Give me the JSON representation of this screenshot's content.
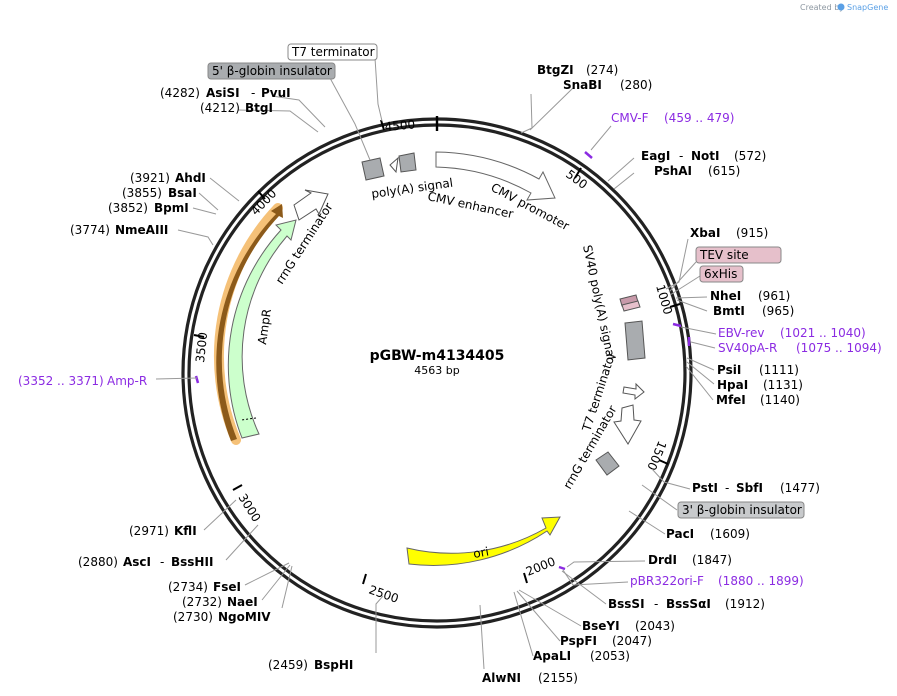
{
  "credit": {
    "text": "Created by",
    "brand": "SnapGene"
  },
  "plasmid": {
    "name": "pGBW-m4134405",
    "length": "4563 bp"
  },
  "ticks": [
    "500",
    "1000",
    "1500",
    "2000",
    "2500",
    "3000",
    "3500",
    "4000",
    "4500"
  ],
  "sites_right": [
    {
      "name": "BtgZI",
      "pos": "(274)"
    },
    {
      "name": "SnaBI",
      "pos": "(280)"
    },
    {
      "name": "EagI",
      "name2": "NotI",
      "pos": "(572)"
    },
    {
      "name": "PshAI",
      "pos": "(615)"
    },
    {
      "name": "XbaI",
      "pos": "(915)"
    },
    {
      "name": "NheI",
      "pos": "(961)"
    },
    {
      "name": "BmtI",
      "pos": "(965)"
    },
    {
      "name": "PsiI",
      "pos": "(1111)"
    },
    {
      "name": "HpaI",
      "pos": "(1131)"
    },
    {
      "name": "MfeI",
      "pos": "(1140)"
    },
    {
      "name": "PstI",
      "name2": "SbfI",
      "pos": "(1477)"
    },
    {
      "name": "PacI",
      "pos": "(1609)"
    },
    {
      "name": "DrdI",
      "pos": "(1847)"
    },
    {
      "name": "BssSI",
      "name2": "BssSαI",
      "pos": "(1912)"
    },
    {
      "name": "BseYI",
      "pos": "(2043)"
    },
    {
      "name": "PspFI",
      "pos": "(2047)"
    },
    {
      "name": "ApaLI",
      "pos": "(2053)"
    },
    {
      "name": "AlwNI",
      "pos": "(2155)"
    }
  ],
  "sites_left": [
    {
      "name": "AsiSI",
      "name2": "PvuI",
      "pos": "(4282)"
    },
    {
      "name": "BtgI",
      "pos": "(4212)"
    },
    {
      "name": "AhdI",
      "pos": "(3921)"
    },
    {
      "name": "BsaI",
      "pos": "(3855)"
    },
    {
      "name": "BpmI",
      "pos": "(3852)"
    },
    {
      "name": "NmeAIII",
      "pos": "(3774)"
    },
    {
      "name": "KflI",
      "pos": "(2971)"
    },
    {
      "name": "AscI",
      "name2": "BssHII",
      "pos": "(2880)"
    },
    {
      "name": "FseI",
      "pos": "(2734)"
    },
    {
      "name": "NaeI",
      "pos": "(2732)"
    },
    {
      "name": "NgoMIV",
      "pos": "(2730)"
    },
    {
      "name": "BspHI",
      "pos": "(2459)"
    }
  ],
  "primers": [
    {
      "name": "CMV-F",
      "range": "(459 .. 479)"
    },
    {
      "name": "EBV-rev",
      "range": "(1021 .. 1040)"
    },
    {
      "name": "SV40pA-R",
      "range": "(1075 .. 1094)"
    },
    {
      "name": "pBR322ori-F",
      "range": "(1880 .. 1899)"
    },
    {
      "name": "Amp-R",
      "range": "(3352 .. 3371)"
    }
  ],
  "boxed_features": [
    {
      "name": "T7 terminator"
    },
    {
      "name": "5' β-globin insulator"
    },
    {
      "name": "TEV site"
    },
    {
      "name": "6xHis"
    },
    {
      "name": "3' β-globin insulator"
    }
  ],
  "arc_labels": {
    "polyA": "poly(A) signal",
    "cmv_enh": "CMV enhancer",
    "cmv_prom": "CMV promoter",
    "sv40": "SV40 poly(A) signal",
    "t7": "T7 terminator",
    "rrng_right": "rrnG terminator",
    "rrng_left": "rrnG terminator",
    "ampr": "AmpR",
    "ori": "ori"
  },
  "colors": {
    "primer": "#8b2be2",
    "ampr_fill": "#ccffcc",
    "ori_fill": "#ffff00",
    "highlight": "#f0a030",
    "tag_fill": "#e6c0cb",
    "gray_box": "#a9acaf"
  }
}
